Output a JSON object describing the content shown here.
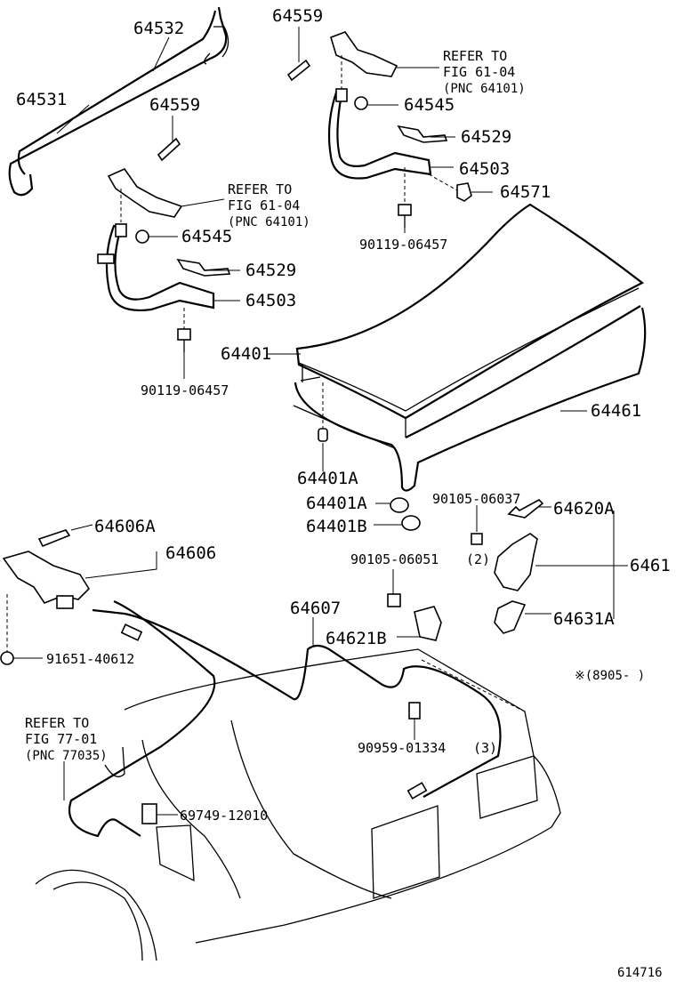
{
  "diagram": {
    "labels": {
      "p64532": "64532",
      "p64531": "64531",
      "p64559_top": "64559",
      "p64559_mid": "64559",
      "refer_right_1": "REFER TO",
      "refer_right_2": "FIG 61-04",
      "refer_right_3": "(PNC 64101)",
      "refer_left_1": "REFER TO",
      "refer_left_2": "FIG 61-04",
      "refer_left_3": "(PNC 64101)",
      "p64545_right": "64545",
      "p64545_left": "64545",
      "p64529_right": "64529",
      "p64529_left": "64529",
      "p64503_right": "64503",
      "p64503_left": "64503",
      "p64571": "64571",
      "bolt_right": "90119-06457",
      "bolt_left": "90119-06457",
      "p64401": "64401",
      "p64461": "64461",
      "p64401A_1": "64401A",
      "p64401A_2": "64401A",
      "p64401B": "64401B",
      "screw_90105_06037": "90105-06037",
      "p64620A": "64620A",
      "screw_90105_06051": "90105-06051",
      "screw_qty": "(2)",
      "p6461": "6461",
      "p64631A": "64631A",
      "p64606A": "64606A",
      "p64606": "64606",
      "p64607": "64607",
      "p64621B": "64621B",
      "clip_91651": "91651-40612",
      "date_note": "※(8905-     )",
      "refer_cable_1": "REFER TO",
      "refer_cable_2": "FIG 77-01",
      "refer_cable_3": "(PNC 77035)",
      "clamp_90959": "90959-01334",
      "clamp_qty": "(3)",
      "p69749": "69749-12010",
      "figure_no": "614716"
    }
  }
}
